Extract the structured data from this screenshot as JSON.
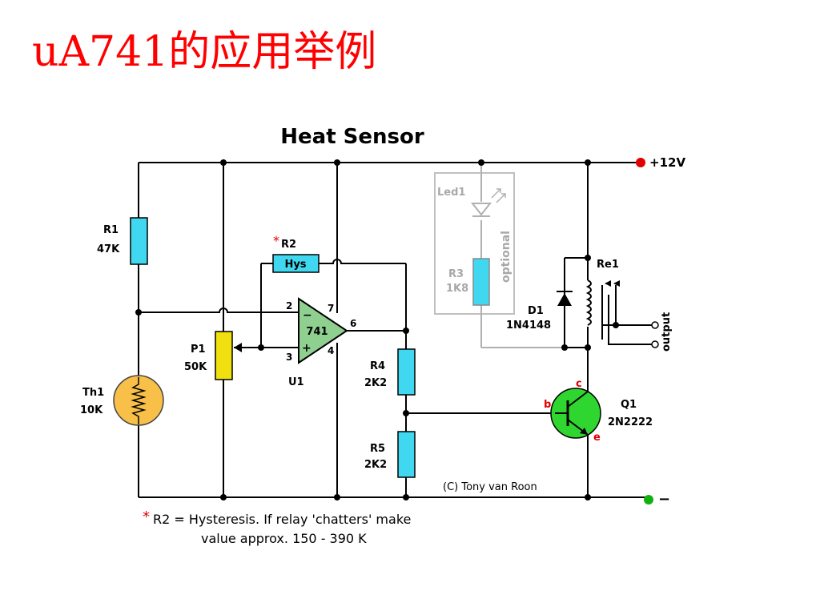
{
  "slide": {
    "title": "uA741的应用举例"
  },
  "diagram": {
    "title": "Heat Sensor",
    "supply_pos": "+12V",
    "supply_neg": "−",
    "components": {
      "r1": {
        "name": "R1",
        "value": "47K"
      },
      "r2": {
        "star": "*",
        "name": "R2",
        "value": "Hys"
      },
      "p1": {
        "name": "P1",
        "value": "50K"
      },
      "th1": {
        "name": "Th1",
        "value": "10K"
      },
      "u1": {
        "name": "U1",
        "value": "741",
        "pins": {
          "p2": "2",
          "p3": "3",
          "p4": "4",
          "p6": "6",
          "p7": "7",
          "minus": "−",
          "plus": "+"
        }
      },
      "r4": {
        "name": "R4",
        "value": "2K2"
      },
      "r5": {
        "name": "R5",
        "value": "2K2"
      },
      "led1": {
        "name": "Led1"
      },
      "r3": {
        "name": "R3",
        "value": "1K8"
      },
      "optional": "optional",
      "d1": {
        "name": "D1",
        "value": "1N4148"
      },
      "re1": {
        "name": "Re1"
      },
      "output": "output",
      "q1": {
        "name": "Q1",
        "value": "2N2222",
        "pins": {
          "b": "b",
          "c": "c",
          "e": "e"
        }
      }
    },
    "copyright": "(C) Tony van Roon",
    "footnote": {
      "star": "*",
      "line1": "R2 = Hysteresis.  If relay 'chatters' make",
      "line2": "value approx. 150 - 390 K"
    },
    "colors": {
      "title_red": "#ff0000",
      "resistor_cyan": "#40d8f0",
      "pot_yellow": "#f0e010",
      "opamp_green": "#8fcf8f",
      "transistor_green": "#30d630",
      "thermistor_orange": "#f8c048",
      "optional_gray": "#b0b0b0",
      "node_red": "#e00000",
      "node_green": "#10b010"
    }
  }
}
